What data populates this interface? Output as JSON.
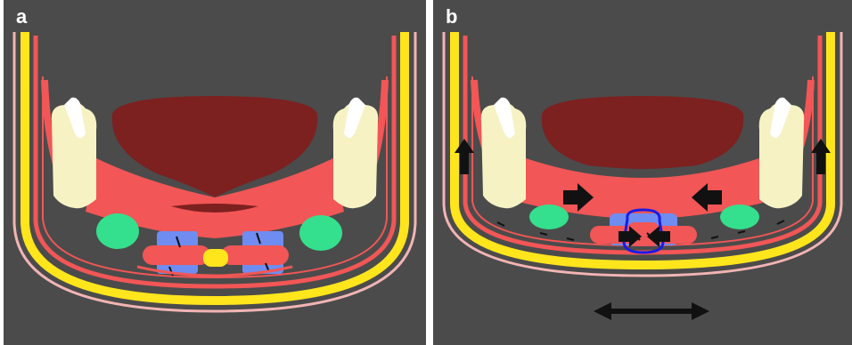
{
  "panels": [
    {
      "id": "a",
      "label": "a"
    },
    {
      "id": "b",
      "label": "b"
    }
  ],
  "colors": {
    "background": "#4b4b4b",
    "skin": "#f2b4b4",
    "fat_yellow": "#ffe51c",
    "muscle_red": "#f25656",
    "tongue": "#7d2020",
    "tooth_crown": "#f6f2c4",
    "tooth_tip": "#ffffff",
    "gland_green": "#34e08d",
    "blue_region": "#6f8cf0",
    "center_yellow": "#ffe51c",
    "highlight_outline": "#1a1ae6",
    "arrow": "#111111"
  },
  "icons": {
    "force_arrow": "force-arrow-icon",
    "bidirectional_arrow": "double-headed-arrow-icon"
  }
}
